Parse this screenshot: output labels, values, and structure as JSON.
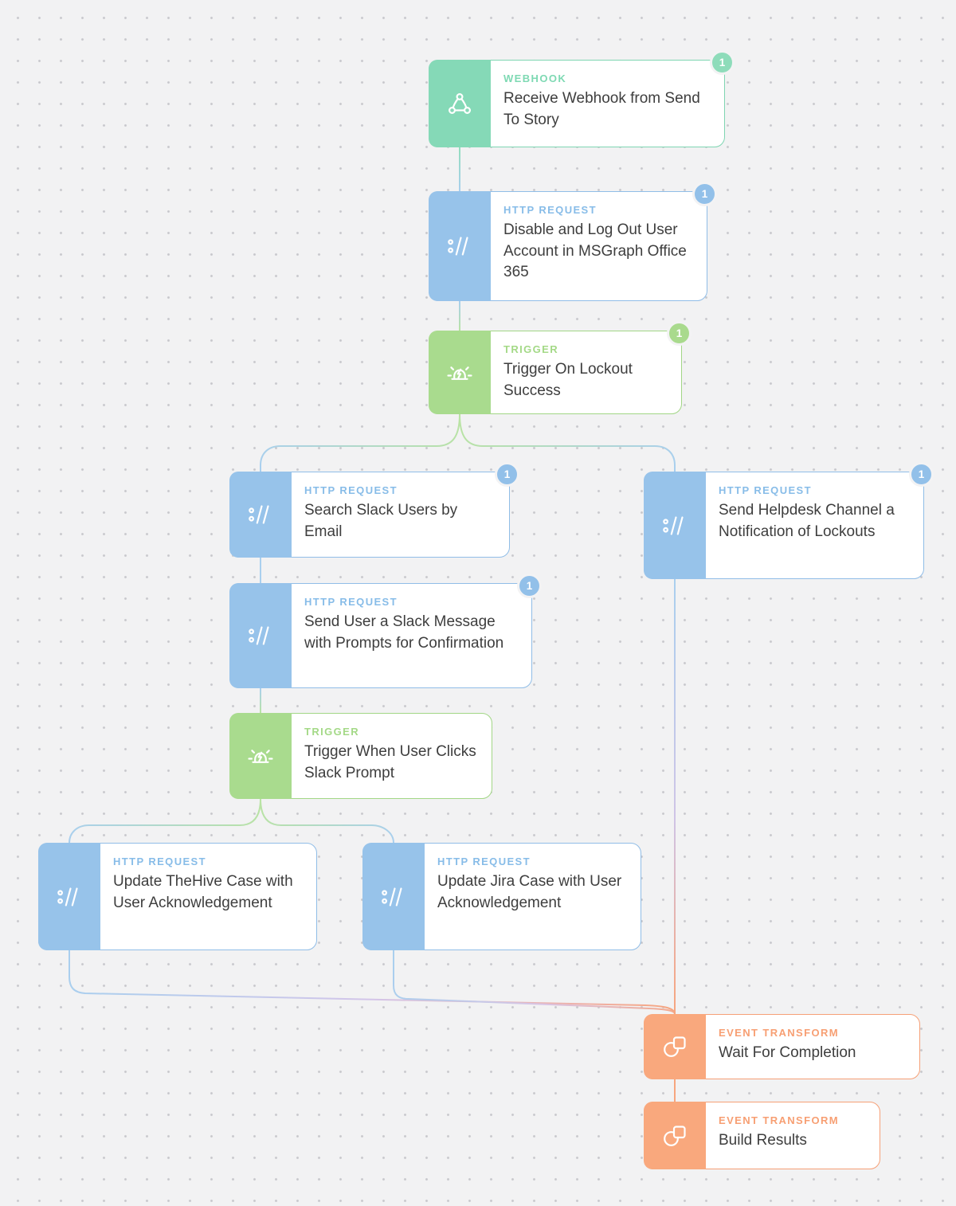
{
  "canvas": {
    "background_color": "#f2f2f3",
    "dot_grid_color": "#c7c7cb"
  },
  "colors": {
    "webhook_teal": "#85d9b7",
    "http_request_blue": "#97c3ea",
    "trigger_green": "#a9db8e",
    "event_transform_orange": "#f9a87d",
    "title_text": "#3e3e3e",
    "badge_text": "#ffffff"
  },
  "nodes": [
    {
      "id": "receive-webhook",
      "type_label": "WEBHOOK",
      "title": "Receive Webhook from Send To Story",
      "badge": "1",
      "icon": "webhook-icon",
      "color": "teal"
    },
    {
      "id": "disable-logout-user",
      "type_label": "HTTP REQUEST",
      "title": "Disable and Log Out User Account in MSGraph Office 365",
      "badge": "1",
      "icon": "http-request-icon",
      "color": "blue"
    },
    {
      "id": "trigger-lockout",
      "type_label": "TRIGGER",
      "title": "Trigger On Lockout Success",
      "badge": "1",
      "icon": "trigger-icon",
      "color": "green"
    },
    {
      "id": "search-slack-users",
      "type_label": "HTTP REQUEST",
      "title": "Search Slack Users by Email",
      "badge": "1",
      "icon": "http-request-icon",
      "color": "blue"
    },
    {
      "id": "send-helpdesk-notice",
      "type_label": "HTTP REQUEST",
      "title": "Send Helpdesk Channel a Notification of Lockouts",
      "badge": "1",
      "icon": "http-request-icon",
      "color": "blue"
    },
    {
      "id": "send-user-slack-msg",
      "type_label": "HTTP REQUEST",
      "title": "Send User a Slack Message with Prompts for Confirmation",
      "badge": "1",
      "icon": "http-request-icon",
      "color": "blue"
    },
    {
      "id": "trigger-slack-prompt",
      "type_label": "TRIGGER",
      "title": "Trigger When User Clicks Slack Prompt",
      "badge": null,
      "icon": "trigger-icon",
      "color": "green"
    },
    {
      "id": "update-thehive-case",
      "type_label": "HTTP REQUEST",
      "title": "Update TheHive Case with User Acknowledgement",
      "badge": null,
      "icon": "http-request-icon",
      "color": "blue"
    },
    {
      "id": "update-jira-case",
      "type_label": "HTTP REQUEST",
      "title": "Update Jira Case with User Acknowledgement",
      "badge": null,
      "icon": "http-request-icon",
      "color": "blue"
    },
    {
      "id": "wait-for-completion",
      "type_label": "EVENT TRANSFORM",
      "title": "Wait For Completion",
      "badge": null,
      "icon": "event-transform-icon",
      "color": "orange"
    },
    {
      "id": "build-results",
      "type_label": "EVENT TRANSFORM",
      "title": "Build Results",
      "badge": null,
      "icon": "event-transform-icon",
      "color": "orange"
    }
  ],
  "edges": [
    {
      "from": "receive-webhook",
      "to": "disable-logout-user"
    },
    {
      "from": "disable-logout-user",
      "to": "trigger-lockout"
    },
    {
      "from": "trigger-lockout",
      "to": "search-slack-users"
    },
    {
      "from": "trigger-lockout",
      "to": "send-helpdesk-notice"
    },
    {
      "from": "search-slack-users",
      "to": "send-user-slack-msg"
    },
    {
      "from": "send-user-slack-msg",
      "to": "trigger-slack-prompt"
    },
    {
      "from": "trigger-slack-prompt",
      "to": "update-thehive-case"
    },
    {
      "from": "trigger-slack-prompt",
      "to": "update-jira-case"
    },
    {
      "from": "update-thehive-case",
      "to": "wait-for-completion"
    },
    {
      "from": "update-jira-case",
      "to": "wait-for-completion"
    },
    {
      "from": "send-helpdesk-notice",
      "to": "wait-for-completion"
    },
    {
      "from": "wait-for-completion",
      "to": "build-results"
    }
  ]
}
